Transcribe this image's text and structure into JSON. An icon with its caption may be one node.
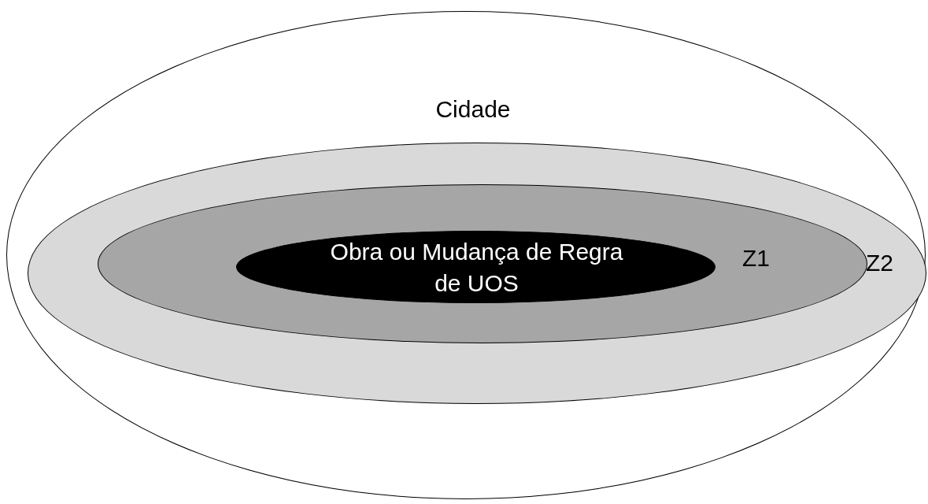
{
  "diagram": {
    "nodes": [
      {
        "text": [
          "Cidade"
        ]
      },
      {
        "text": [
          "Z2"
        ],
        "in": 0
      },
      {
        "text": [
          "Z1"
        ],
        "in": 1
      },
      {
        "text": [
          "Obra ou Mudança de Regra de UOS"
        ],
        "in": 2
      }
    ]
  }
}
